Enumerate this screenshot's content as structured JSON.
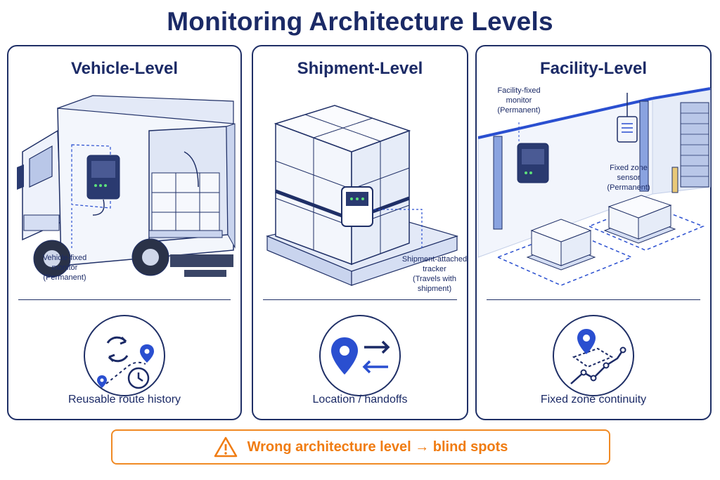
{
  "title": "Monitoring Architecture Levels",
  "panels": [
    {
      "title": "Vehicle-Level",
      "note": [
        "Vehicle-fixed",
        "monitor",
        "(Permanent)"
      ],
      "caption": "Reusable route history",
      "icon": "route-history-icon"
    },
    {
      "title": "Shipment-Level",
      "note": [
        "Shipment-attached",
        "tracker",
        "(Travels with",
        "shipment)"
      ],
      "caption": "Location / handoffs",
      "icon": "location-handoff-icon"
    },
    {
      "title": "Facility-Level",
      "note": [
        "Facility-fixed",
        "monitor",
        "(Permanent)"
      ],
      "note2": [
        "Fixed zone",
        "sensor",
        "(Permanent)"
      ],
      "caption": "Fixed zone continuity",
      "icon": "zone-continuity-icon"
    }
  ],
  "warning": {
    "text": "Wrong architecture level → blind spots",
    "icon": "warning-triangle-icon",
    "color": "#f07c12"
  },
  "colors": {
    "navy": "#1b2a66",
    "accent_blue": "#2a4fd0",
    "light_blue": "#e8eefb",
    "warning_orange": "#f08a24"
  }
}
